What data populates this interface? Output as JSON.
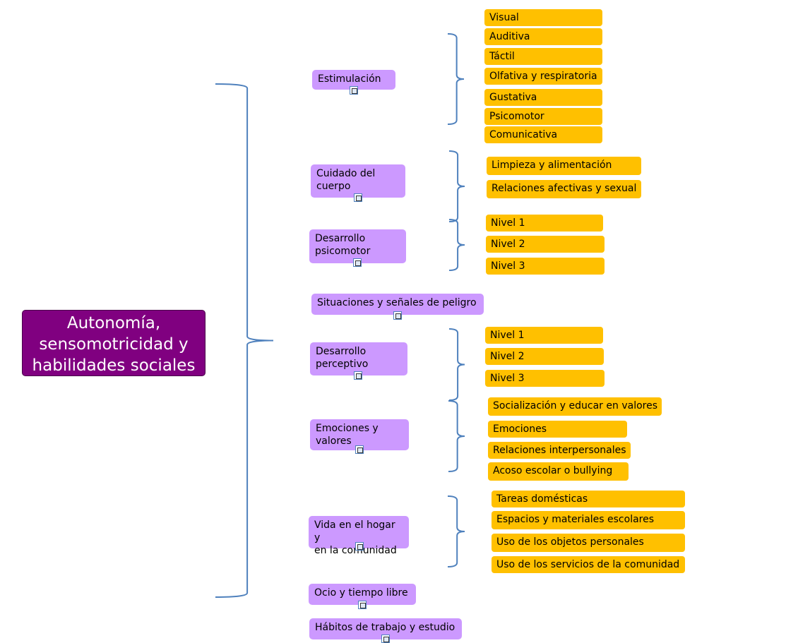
{
  "root": {
    "label": "Autonomía,\nsensomotricidad y\nhabilidades sociales"
  },
  "branches": [
    {
      "label": "Estimulación",
      "children": [
        "Visual",
        "Auditiva",
        "Táctil",
        "Olfativa y respiratoria",
        "Gustativa",
        "Psicomotor",
        "Comunicativa"
      ]
    },
    {
      "label": "Cuidado del\n cuerpo",
      "children": [
        "Limpieza y alimentación",
        "Relaciones afectivas y sexual"
      ]
    },
    {
      "label": "Desarrollo\npsicomotor",
      "children": [
        "Nivel 1",
        "Nivel 2",
        "Nivel 3"
      ]
    },
    {
      "label": " Situaciones y señales de peligro",
      "children": []
    },
    {
      "label": "Desarrollo\nperceptivo",
      "children": [
        "Nivel 1",
        "Nivel 2",
        "Nivel 3"
      ]
    },
    {
      "label": "Emociones y\nvalores",
      "children": [
        "Socialización y educar en valores",
        "Emociones",
        "Relaciones interpersonales",
        "Acoso escolar  o bullying"
      ]
    },
    {
      "label": "Vida en el hogar y\nen la comunidad",
      "children": [
        "Tareas domésticas",
        "Espacios y materiales escolares",
        "Uso de los objetos personales",
        "Uso de los servicios de la comunidad"
      ]
    },
    {
      "label": "Ocio y tiempo libre",
      "children": []
    },
    {
      "label": "Hábitos de trabajo y estudio",
      "children": []
    }
  ],
  "colors": {
    "root": "#800080",
    "branch": "#cc99ff",
    "leaf": "#ffc000",
    "bracket": "#4f81bd"
  },
  "icons": {
    "branch_note": "note-icon"
  }
}
